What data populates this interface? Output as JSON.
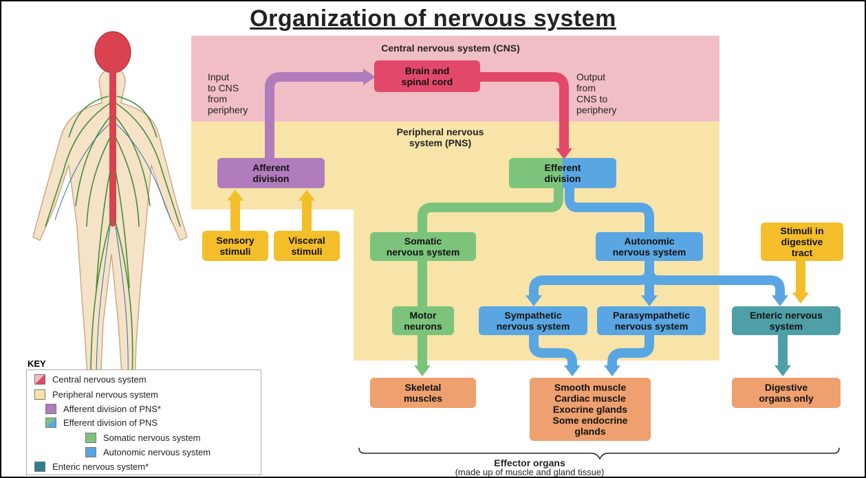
{
  "title": "Organization of nervous system",
  "colors": {
    "cns_bg": "#f2bec6",
    "pns_bg": "#f8e4a8",
    "cns_box": "#e2486a",
    "afferent": "#b07cbc",
    "somatic": "#7cc47c",
    "autonomic": "#5aa6e2",
    "enteric": "#4e9fa6",
    "stimuli": "#f4be2a",
    "effector": "#eea06e"
  },
  "regions": {
    "cns": "Central nervous system (CNS)",
    "pns": "Peripheral nervous\nsystem (PNS)"
  },
  "side_labels": {
    "input": "Input\nto CNS\nfrom\nperiphery",
    "output": "Output\nfrom\nCNS to\nperiphery"
  },
  "boxes": {
    "brain": "Brain and\nspinal cord",
    "afferent": "Afferent\ndivision",
    "efferent": "Efferent\ndivision",
    "sensory": "Sensory\nstimuli",
    "visceral": "Visceral\nstimuli",
    "somatic": "Somatic\nnervous system",
    "autonomic": "Autonomic\nnervous system",
    "stimuli_digestive": "Stimuli in\ndigestive\ntract",
    "motor": "Motor\nneurons",
    "sympathetic": "Sympathetic\nnervous system",
    "parasympathetic": "Parasympathetic\nnervous system",
    "enteric": "Enteric nervous\nsystem",
    "skeletal": "Skeletal\nmuscles",
    "smooth": "Smooth muscle\nCardiac muscle\nExocrine glands\nSome endocrine\nglands",
    "digestive": "Digestive\norgans only"
  },
  "effector": {
    "title": "Effector organs",
    "subtitle": "(made up of muscle and gland tissue)"
  },
  "key": {
    "title": "KEY",
    "items": [
      "Central nervous system",
      "Peripheral nervous system",
      "Afferent division of PNS*",
      "Efferent division of PNS",
      "Somatic nervous system",
      "Autonomic nervous system",
      "Enteric nervous system*"
    ]
  }
}
